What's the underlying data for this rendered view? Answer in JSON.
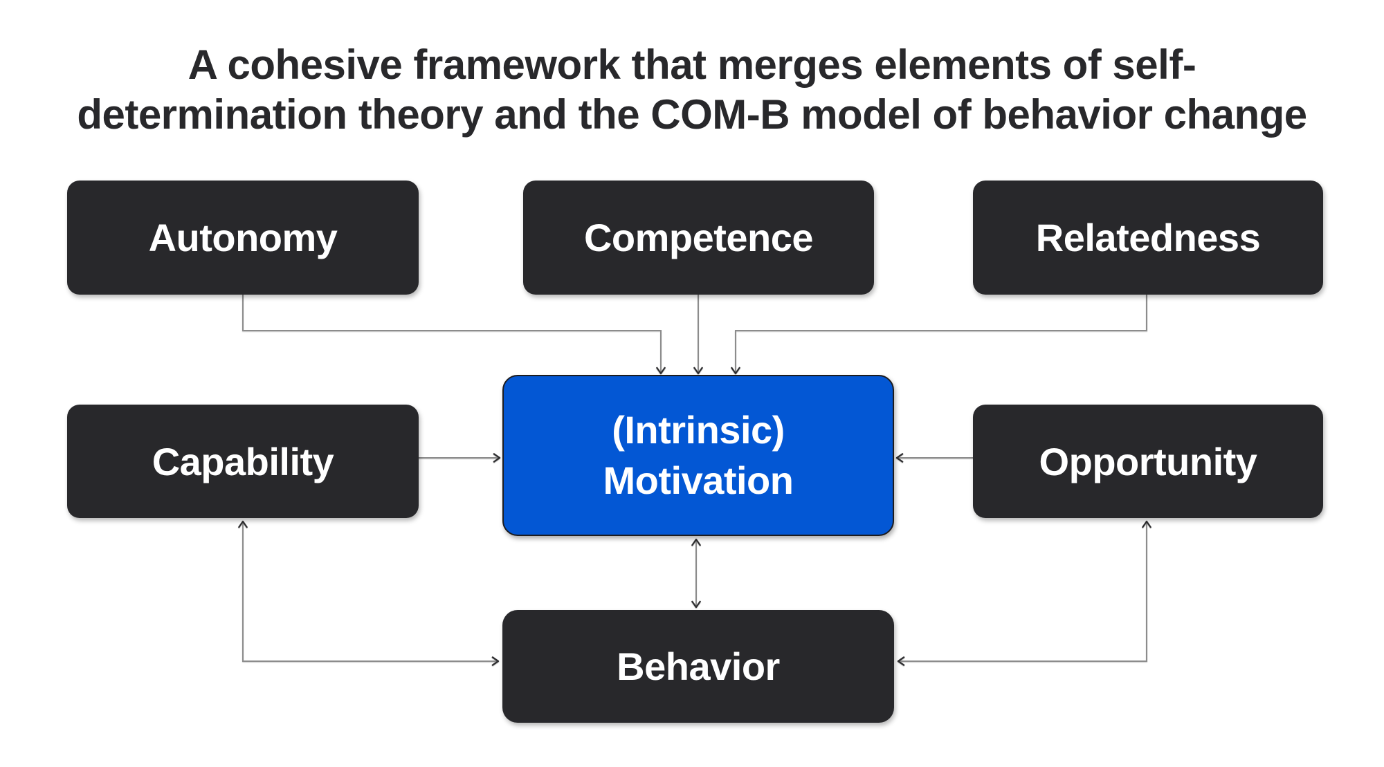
{
  "title": {
    "line1": "A cohesive framework that merges elements of self-",
    "line2": "determination theory and the COM-B model of behavior change"
  },
  "nodes": {
    "autonomy": {
      "label": "Autonomy"
    },
    "competence": {
      "label": "Competence"
    },
    "relatedness": {
      "label": "Relatedness"
    },
    "capability": {
      "label": "Capability"
    },
    "opportunity": {
      "label": "Opportunity"
    },
    "motivation": {
      "line1": "(Intrinsic)",
      "line2": "Motivation"
    },
    "behavior": {
      "label": "Behavior"
    }
  },
  "edges": [
    {
      "from": "Autonomy",
      "to": "(Intrinsic) Motivation",
      "type": "arrow"
    },
    {
      "from": "Competence",
      "to": "(Intrinsic) Motivation",
      "type": "arrow"
    },
    {
      "from": "Relatedness",
      "to": "(Intrinsic) Motivation",
      "type": "arrow"
    },
    {
      "from": "Capability",
      "to": "(Intrinsic) Motivation",
      "type": "arrow"
    },
    {
      "from": "Opportunity",
      "to": "(Intrinsic) Motivation",
      "type": "arrow"
    },
    {
      "from": "(Intrinsic) Motivation",
      "to": "Behavior",
      "type": "double-arrow"
    },
    {
      "from": "Behavior",
      "to": "Capability",
      "type": "double-arrow-elbow"
    },
    {
      "from": "Behavior",
      "to": "Opportunity",
      "type": "double-arrow-elbow"
    }
  ],
  "colors": {
    "background": "#ffffff",
    "node-dark": "#28282b",
    "node-accent": "#0357d4",
    "node-text": "#ffffff",
    "title-text": "#28282b",
    "connector": "#8c8c8c",
    "arrowhead": "#2f2f31"
  }
}
